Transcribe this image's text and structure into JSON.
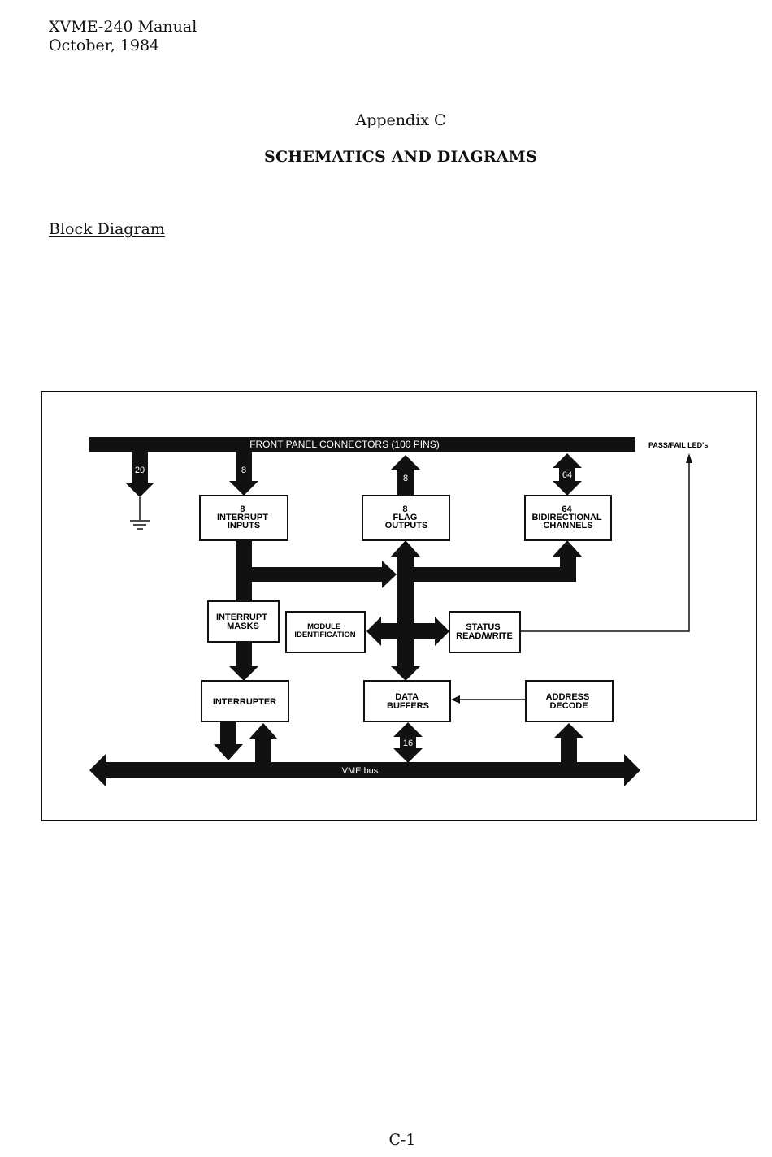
{
  "header": {
    "manual_title": "XVME-240 Manual",
    "date": "October, 1984"
  },
  "appendix_label": "Appendix C",
  "section_title": "SCHEMATICS AND DIAGRAMS",
  "subsection_title": "Block Diagram",
  "page_number": "C-1",
  "diagram": {
    "front_panel_label": "FRONT PANEL CONNECTORS (100 PINS)",
    "pass_fail_label": "PASS/FAIL LED's",
    "vme_bus_label": "VME bus",
    "bus_widths": {
      "ground": "20",
      "interrupt": "8",
      "flag": "8",
      "bidirectional": "64",
      "data": "16"
    },
    "blocks": {
      "interrupt_inputs": [
        "8",
        "INTERRUPT",
        "INPUTS"
      ],
      "flag_outputs": [
        "8",
        "FLAG",
        "OUTPUTS"
      ],
      "bidirectional_channels": [
        "64",
        "BIDIRECTIONAL",
        "CHANNELS"
      ],
      "interrupt_masks": [
        "INTERRUPT",
        "MASKS"
      ],
      "module_identification": [
        "MODULE",
        "IDENTIFICATION"
      ],
      "status_read_write": [
        "STATUS",
        "READ/WRITE"
      ],
      "interrupter": [
        "INTERRUPTER"
      ],
      "data_buffers": [
        "DATA",
        "BUFFERS"
      ],
      "address_decode": [
        "ADDRESS",
        "DECODE"
      ]
    }
  }
}
